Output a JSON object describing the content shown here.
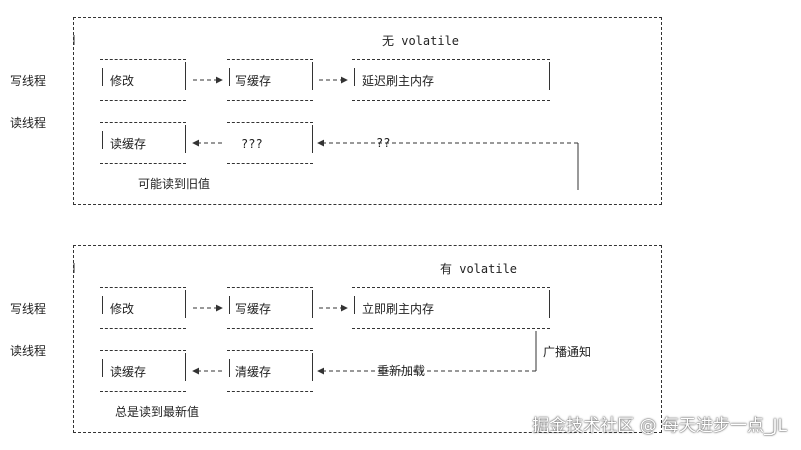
{
  "top": {
    "title": "无 volatile",
    "write_thread": "写线程",
    "read_thread": "读线程",
    "modify": "修改",
    "write_cache": "写缓存",
    "delayed_flush": "延迟刷主内存",
    "read_cache": "读缓存",
    "unknown": "???",
    "unknown_link": "??",
    "note": "可能读到旧值"
  },
  "bottom": {
    "title": "有 volatile",
    "write_thread": "写线程",
    "read_thread": "读线程",
    "modify": "修改",
    "write_cache": "写缓存",
    "immediate_flush": "立即刷主内存",
    "read_cache": "读缓存",
    "clear_cache": "清缓存",
    "broadcast": "广播通知",
    "reload": "重新加载",
    "note": "总是读到最新值"
  },
  "watermark": "掘金技术社区 @ 每天进步一点_JL"
}
